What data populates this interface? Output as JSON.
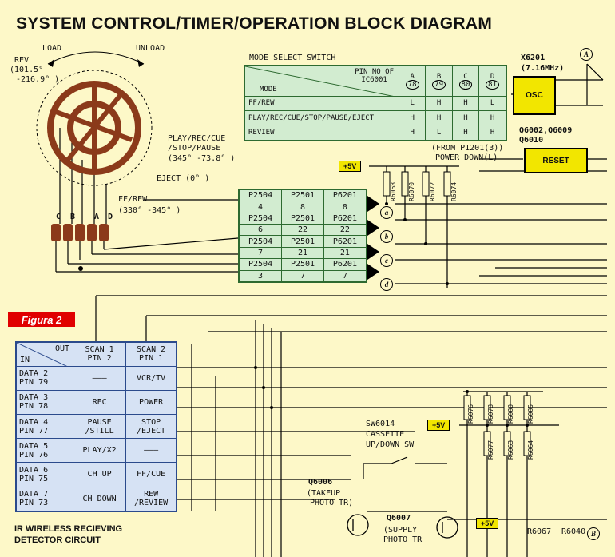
{
  "title": "SYSTEM CONTROL/TIMER/OPERATION BLOCK DIAGRAM",
  "figure_tag": "Figura 2",
  "switch": {
    "load": "LOAD",
    "unload": "UNLOAD",
    "rev": "REV",
    "rev_angle1": "(101.5°",
    "rev_angle2": "-216.9° )",
    "play": "PLAY/REC/CUE",
    "play2": "/STOP/PAUSE",
    "play_angle": "(345° -73.8° )",
    "eject": "EJECT (0° )",
    "ffrew": "FF/REW",
    "ffrew_angle": "(330° -345° )",
    "pins": [
      "C",
      "B",
      "A",
      "D"
    ]
  },
  "mode_table": {
    "title": "MODE SELECT SWITCH",
    "diag_top": "PIN NO OF",
    "diag_top2": "IC6001",
    "diag_bottom": "MODE",
    "cols": [
      "A",
      "B",
      "C",
      "D"
    ],
    "pins": [
      "78",
      "79",
      "80",
      "81"
    ],
    "rows": [
      {
        "mode": "FF/REW",
        "vals": [
          "L",
          "H",
          "H",
          "L"
        ]
      },
      {
        "mode": "PLAY/REC/CUE/STOP/PAUSE/EJECT",
        "vals": [
          "H",
          "H",
          "H",
          "H"
        ]
      },
      {
        "mode": "REVIEW",
        "vals": [
          "H",
          "L",
          "H",
          "H"
        ]
      }
    ]
  },
  "pin_table": [
    [
      "P2504",
      "P2501",
      "P6201"
    ],
    [
      "4",
      "8",
      "8"
    ],
    [
      "P2504",
      "P2501",
      "P6201"
    ],
    [
      "6",
      "22",
      "22"
    ],
    [
      "P2504",
      "P2501",
      "P6201"
    ],
    [
      "7",
      "21",
      "21"
    ],
    [
      "P2504",
      "P2501",
      "P6201"
    ],
    [
      "3",
      "7",
      "7"
    ]
  ],
  "circles": [
    "a",
    "b",
    "c",
    "d"
  ],
  "osc": {
    "name": "X6201",
    "freq": "(7.16MHz)",
    "label": "OSC",
    "marker": "A"
  },
  "reset": {
    "q": "Q6002,Q6009",
    "q2": "Q6010",
    "label": "RESET",
    "from": "(FROM P1201(3))",
    "pd": "POWER DOWN(L)"
  },
  "plus5": "+5V",
  "resistors_top": [
    "R6068",
    "R6070",
    "R6072",
    "R6074"
  ],
  "resistors_mid": [
    "R6076",
    "R6078",
    "R6080",
    "R6085"
  ],
  "resistors_low": [
    "R6077",
    "R6063",
    "R6064"
  ],
  "sw": {
    "name": "SW6014",
    "l1": "CASSETTE",
    "l2": "UP/DOWN SW"
  },
  "q6006": {
    "name": "Q6006",
    "l1": "(TAKEUP",
    "l2": "PHOTO TR)"
  },
  "q6007": {
    "name": "Q6007",
    "l1": "(SUPPLY",
    "l2": "PHOTO TR"
  },
  "bottom_refs": [
    "R6067",
    "R6040"
  ],
  "marker_b": "B",
  "data_table": {
    "h_out": "OUT",
    "h_in": "IN",
    "h_scan1": "SCAN 1",
    "h_scan1b": "PIN 2",
    "h_scan2": "SCAN 2",
    "h_scan2b": "PIN 1",
    "rows": [
      {
        "d": "DATA 2",
        "p": "PIN 79",
        "s1": "———",
        "s2": "VCR/TV"
      },
      {
        "d": "DATA 3",
        "p": "PIN 78",
        "s1": "REC",
        "s2": "POWER"
      },
      {
        "d": "DATA 4",
        "p": "PIN 77",
        "s1": "PAUSE /STILL",
        "s2": "STOP /EJECT"
      },
      {
        "d": "DATA 5",
        "p": "PIN 76",
        "s1": "PLAY/X2",
        "s2": "———"
      },
      {
        "d": "DATA 6",
        "p": "PIN 75",
        "s1": "CH UP",
        "s2": "FF/CUE"
      },
      {
        "d": "DATA 7",
        "p": "PIN 73",
        "s1": "CH DOWN",
        "s2": "REW /REVIEW"
      }
    ]
  },
  "ir_label": "IR WIRELESS RECIEVING",
  "ir_label2": "DETECTOR CIRCUIT"
}
